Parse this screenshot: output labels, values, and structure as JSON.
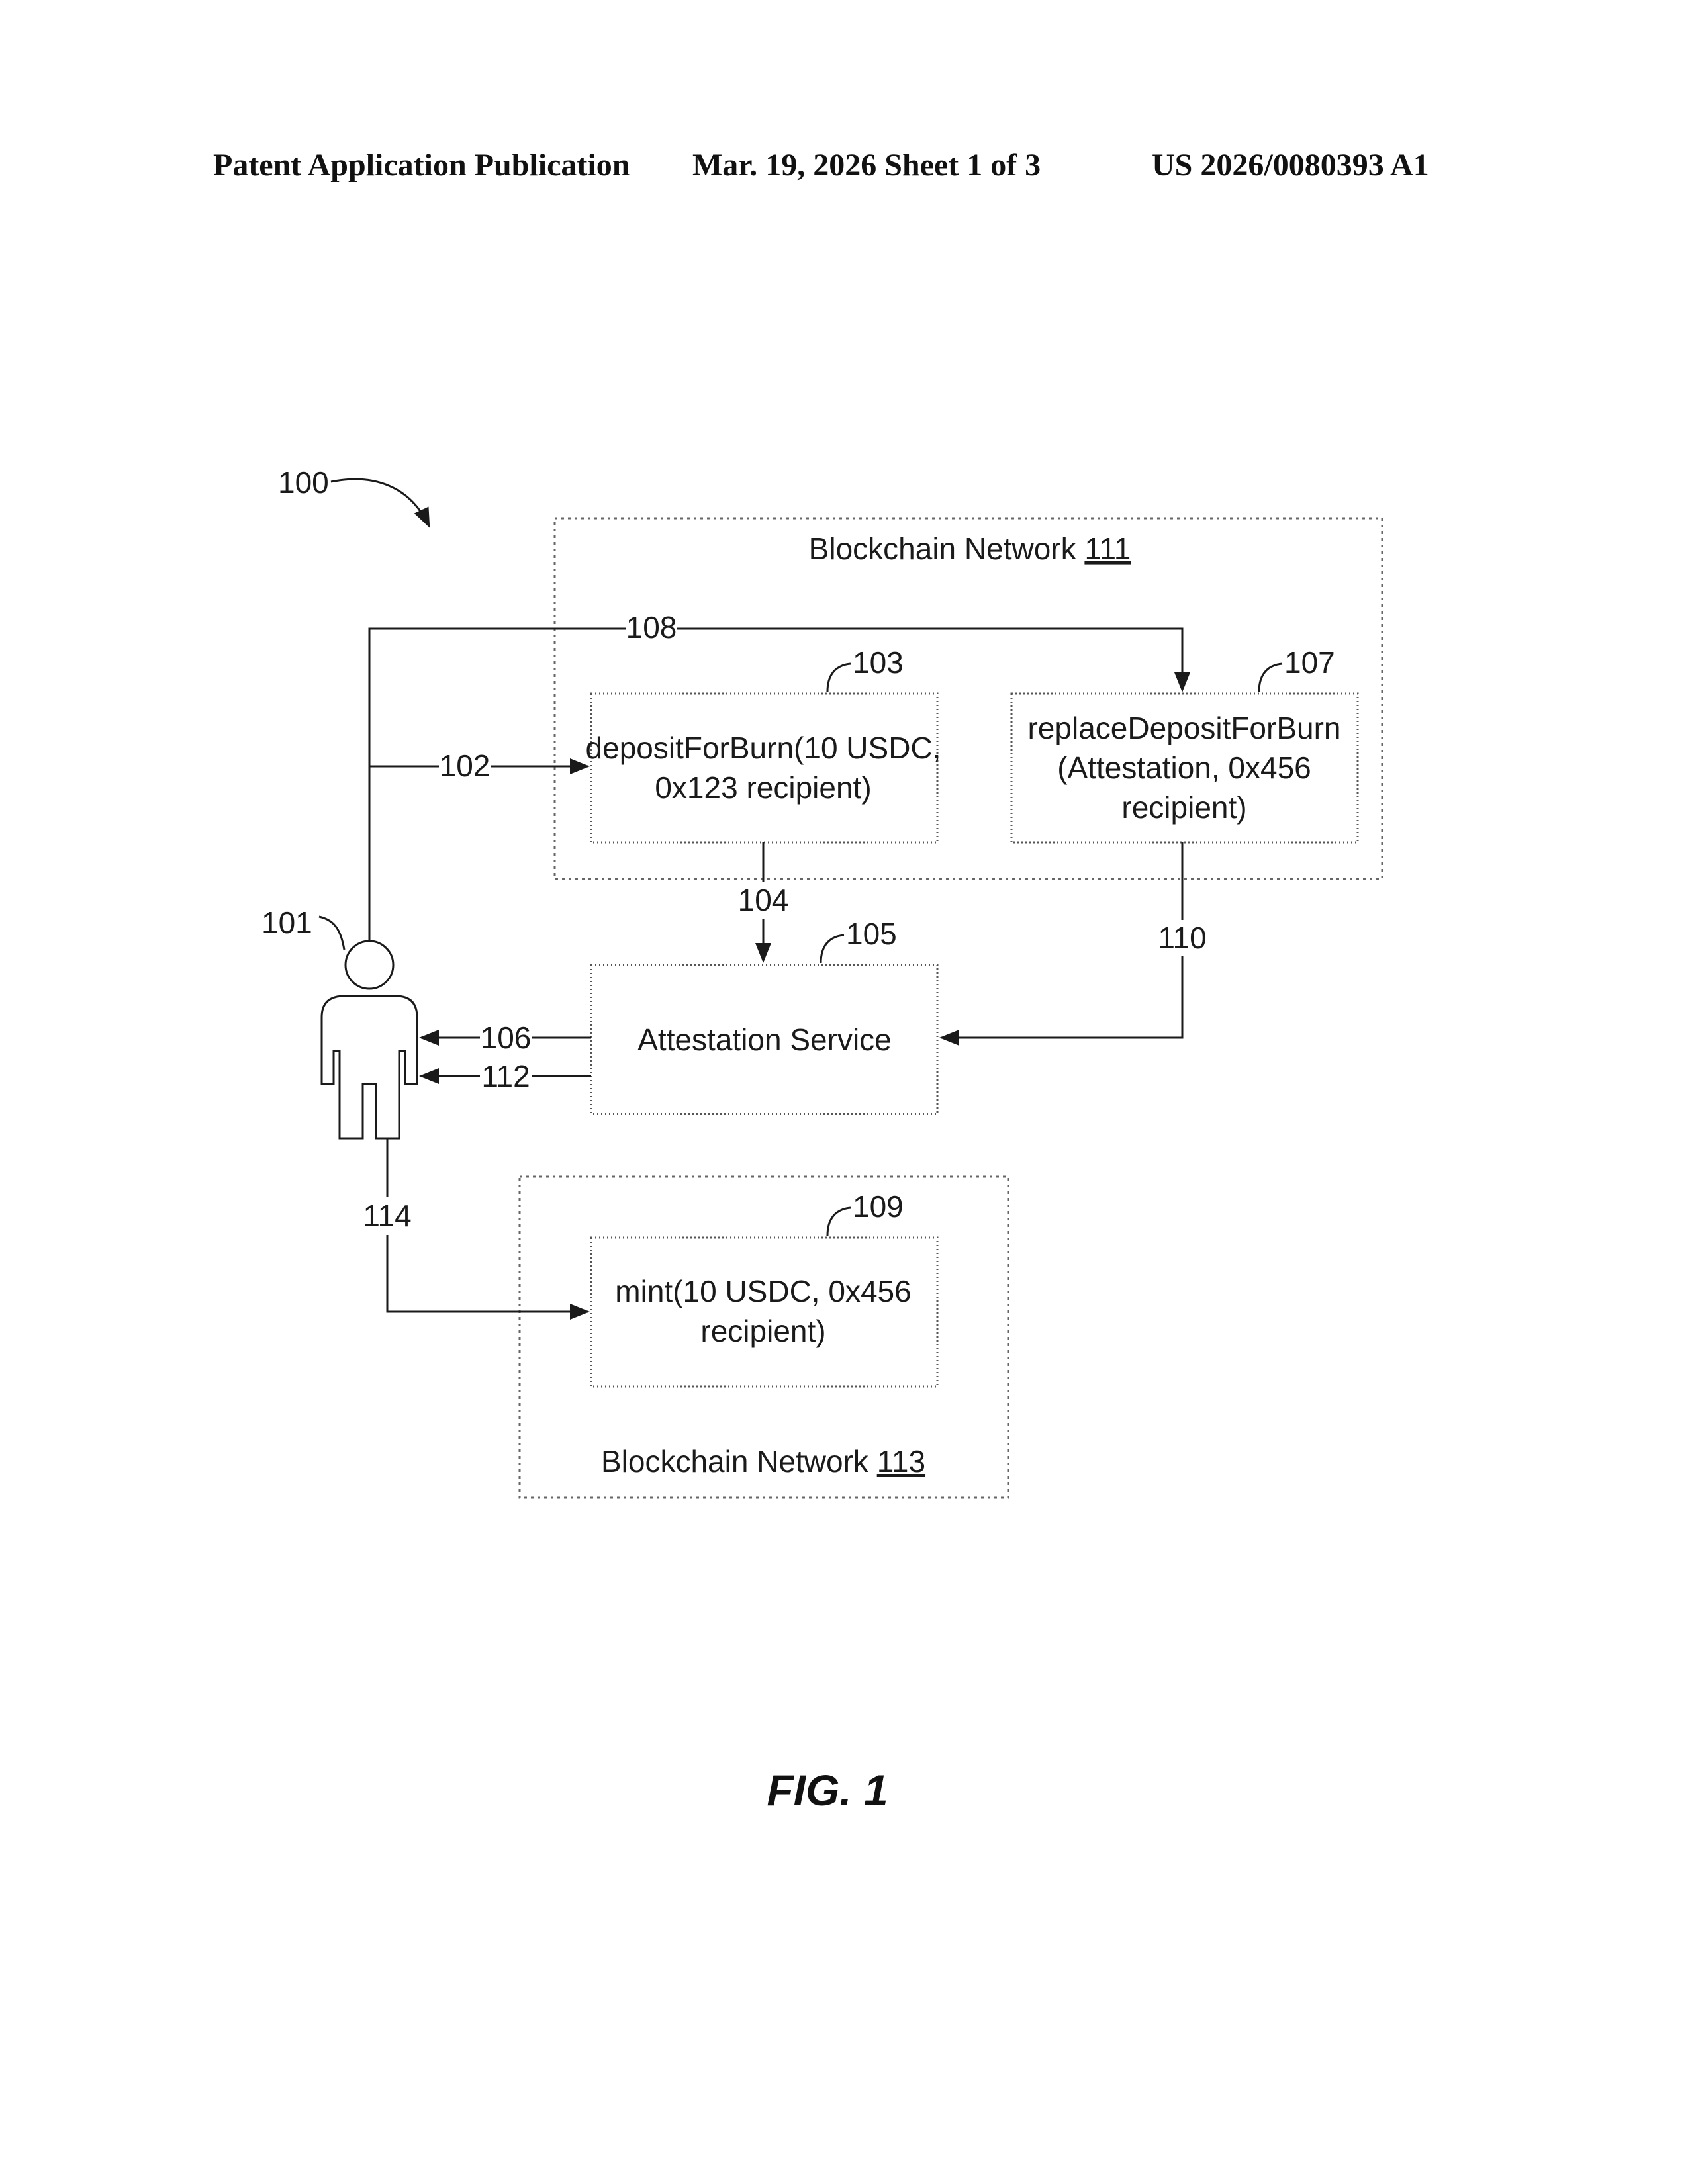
{
  "header": {
    "publication": "Patent Application Publication",
    "date_sheet": "Mar. 19, 2026  Sheet 1 of 3",
    "pub_number": "US 2026/0080393 A1"
  },
  "figure": {
    "system_ref": "100",
    "user_ref": "101",
    "network_111": {
      "text": "Blockchain Network ",
      "ref": "111"
    },
    "network_113": {
      "text": "Blockchain Network ",
      "ref": "113"
    },
    "box_103": {
      "ref": "103",
      "line1": "depositForBurn(10 USDC,",
      "line2": "0x123 recipient)"
    },
    "box_107": {
      "ref": "107",
      "line1": "replaceDepositForBurn",
      "line2": "(Attestation, 0x456",
      "line3": "recipient)"
    },
    "box_105": {
      "ref": "105",
      "line1": "Attestation Service"
    },
    "box_109": {
      "ref": "109",
      "line1": "mint(10 USDC, 0x456",
      "line2": "recipient)"
    },
    "arrows": {
      "a102": "102",
      "a104": "104",
      "a106": "106",
      "a108": "108",
      "a110": "110",
      "a112": "112",
      "a114": "114"
    },
    "caption": "FIG. 1"
  }
}
